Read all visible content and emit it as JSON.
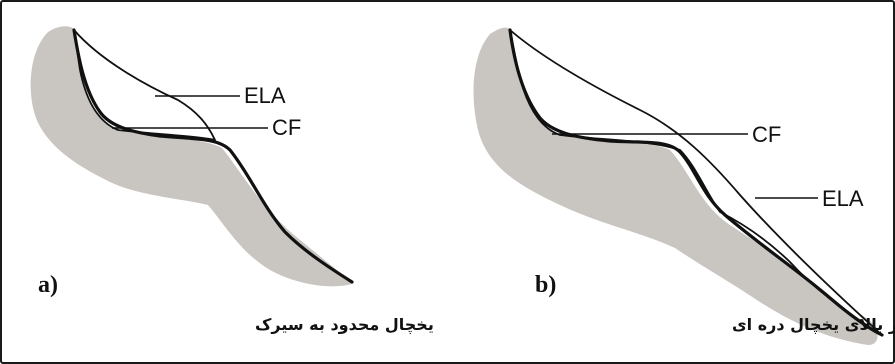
{
  "panels": [
    {
      "letter": "a)",
      "caption": "یخچال محدود به سیرک",
      "labels": {
        "ela": "ELA",
        "cf": "CF"
      }
    },
    {
      "letter": "b)",
      "caption": "سیرک در بالای یخچال دره ای",
      "labels": {
        "cf": "CF",
        "ela": "ELA"
      }
    }
  ]
}
